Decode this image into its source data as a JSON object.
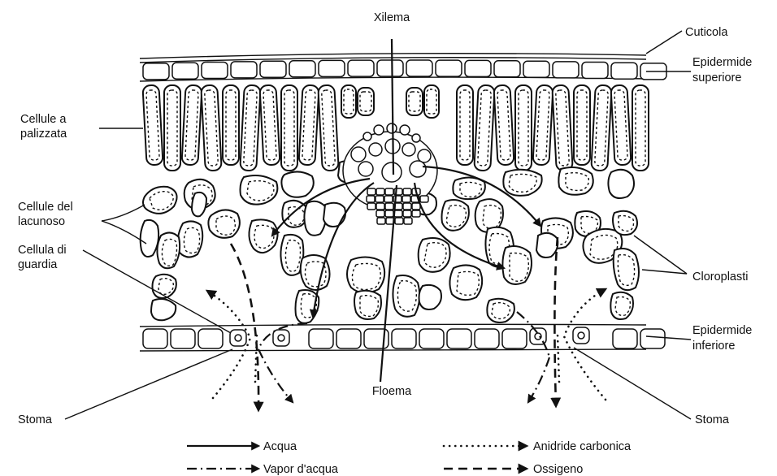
{
  "labels": {
    "xylem": "Xilema",
    "cuticle": "Cuticola",
    "upper_epidermis_1": "Epidermide",
    "upper_epidermis_2": "superiore",
    "palisade_1": "Cellule a",
    "palisade_2": "palizzata",
    "spongy_1": "Cellule del",
    "spongy_2": "lacunoso",
    "guard_1": "Cellula di",
    "guard_2": "guardia",
    "chloroplasts": "Cloroplasti",
    "lower_epidermis_1": "Epidermide",
    "lower_epidermis_2": "inferiore",
    "phloem": "Floema",
    "stoma_left": "Stoma",
    "stoma_right": "Stoma"
  },
  "legend": {
    "water": "Acqua",
    "water_vapor": "Vapor d'acqua",
    "carbon_dioxide": "Anidride carbonica",
    "oxygen": "Ossigeno"
  }
}
